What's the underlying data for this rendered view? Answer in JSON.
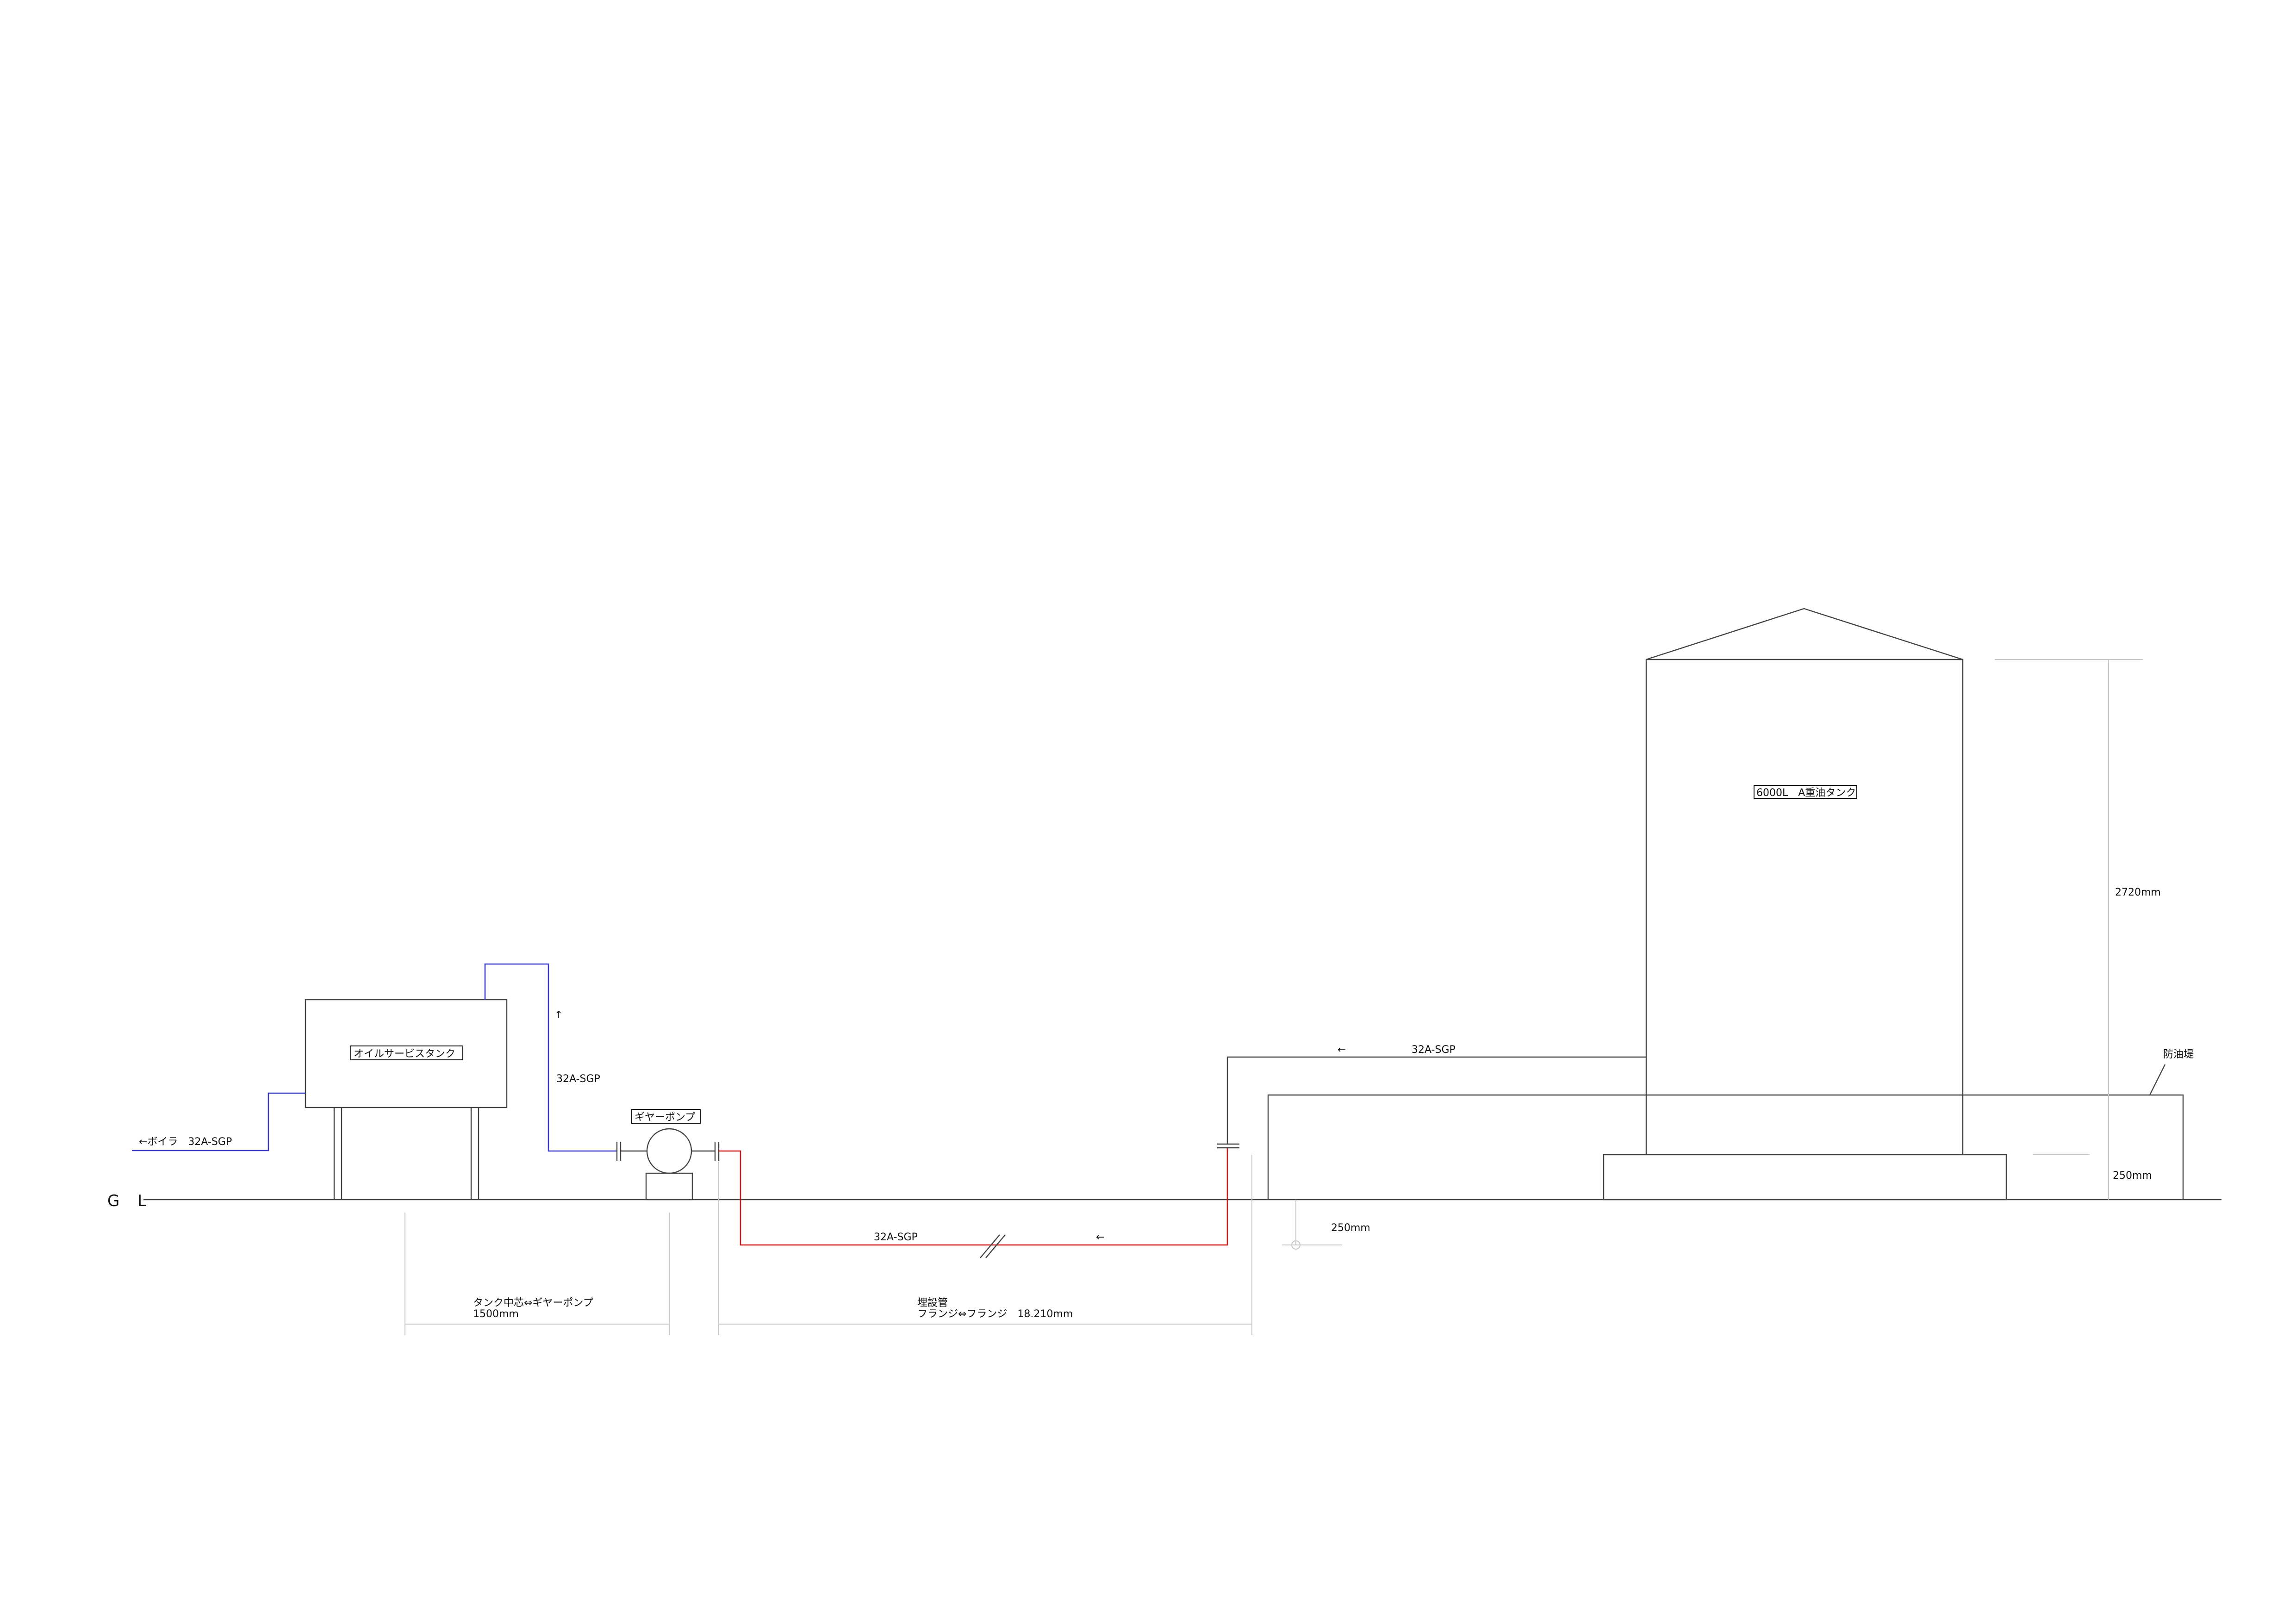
{
  "ground_label": "G L",
  "labels": {
    "service_tank": "オイルサービスタンク",
    "gear_pump": "ギヤーポンプ",
    "heavy_oil_tank": "6000L　A重油タンク",
    "oil_dike": "防油堤",
    "boiler_pipe": "←ボイラ　32A-SGP",
    "riser_pipe": "32A-SGP",
    "riser_arrow": "↑",
    "tank_outlet_arrow": "←",
    "tank_outlet_pipe": "32A-SGP",
    "buried_pipe": "32A-SGP",
    "buried_arrow": "←",
    "tank_height": "2720mm",
    "dike_height": "250mm",
    "burial_depth": "250mm",
    "dim_tank_pump_line1": "タンク中芯⇔ギヤーポンプ",
    "dim_tank_pump_line2": "1500mm",
    "dim_buried_line1": "埋設管",
    "dim_buried_line2": "フランジ⇔フランジ　18.210mm"
  },
  "colors": {
    "outline": "#444444",
    "supply_pipe": "#3a3ac8",
    "buried_pipe": "#d21a1a",
    "dimension": "#c8c8c8"
  }
}
